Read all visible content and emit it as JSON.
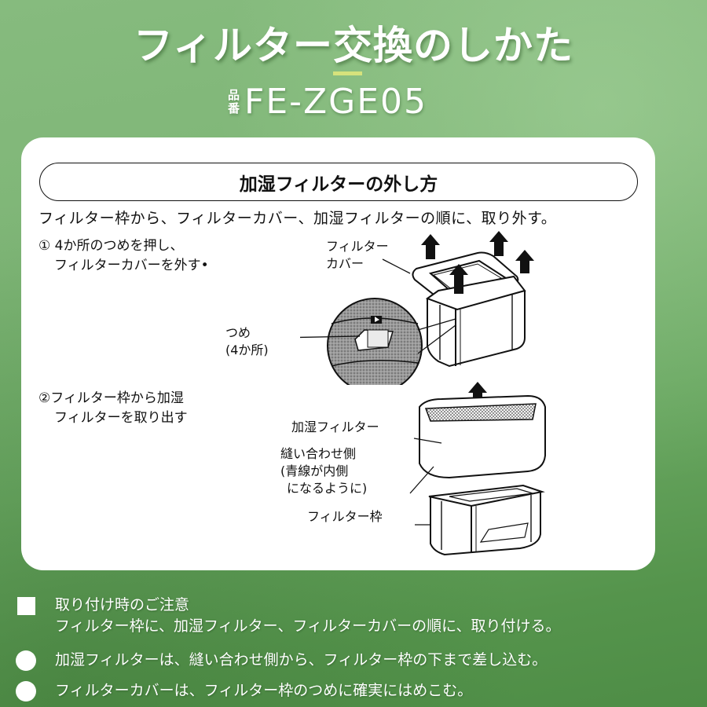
{
  "header": {
    "title": "フィルター交換のしかた",
    "model_label_top": "品",
    "model_label_bottom": "番",
    "model_number": "FE-ZGE05",
    "accent_color": "#d6e27c"
  },
  "card": {
    "section_title": "加湿フィルターの外し方",
    "intro": "フィルター枠から、フィルターカバー、加湿フィルターの順に、取り外す。",
    "step1": {
      "line1": "① 4か所のつめを押し、",
      "line2": "フィルターカバーを外す•"
    },
    "step2": {
      "line1": "②フィルター枠から加湿",
      "line2": "フィルターを取り出す"
    },
    "callouts": {
      "cover_line1": "フィルター",
      "cover_line2": "カバー",
      "claw_line1": "つめ",
      "claw_line2": "(4か所)",
      "humid_filter": "加湿フィルター",
      "seam_line1": "縫い合わせ側",
      "seam_line2": "(青線が内側",
      "seam_line3": "になるように)",
      "frame": "フィルター枠"
    }
  },
  "notes": [
    {
      "bullet": "square",
      "line1": "取り付け時のご注意",
      "line2": "フィルター枠に、加湿フィルター、フィルターカバーの順に、取り付ける。"
    },
    {
      "bullet": "circle",
      "line1": "加湿フィルターは、縫い合わせ側から、フィルター枠の下まで差し込む。"
    },
    {
      "bullet": "circle",
      "line1": "フィルターカバーは、フィルター枠のつめに確実にはめこむ。"
    }
  ]
}
